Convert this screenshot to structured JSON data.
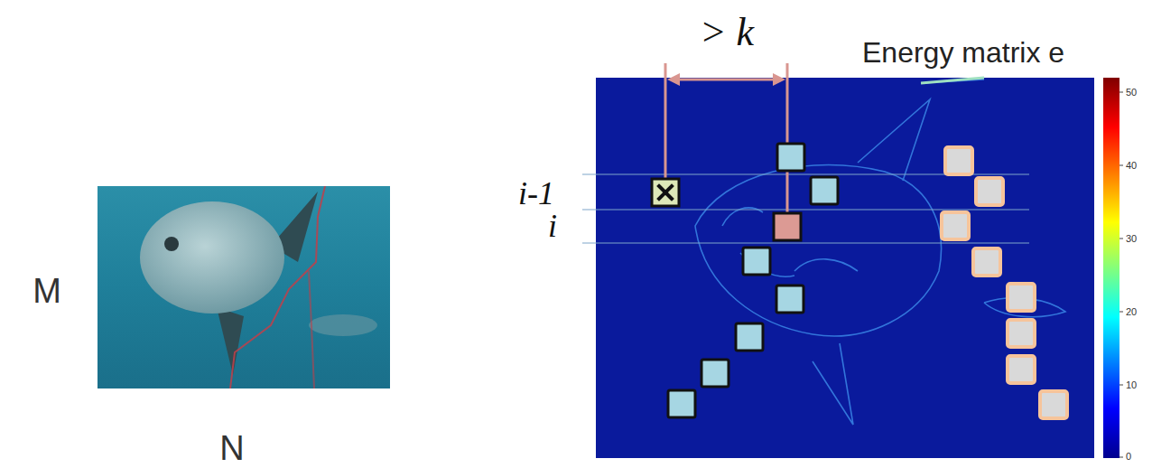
{
  "diagram": {
    "labels": [
      "M",
      "N",
      "> k",
      "Energy matrix e",
      "i-1",
      "i",
      "50",
      "40",
      "30",
      "20",
      "10",
      "0"
    ]
  }
}
